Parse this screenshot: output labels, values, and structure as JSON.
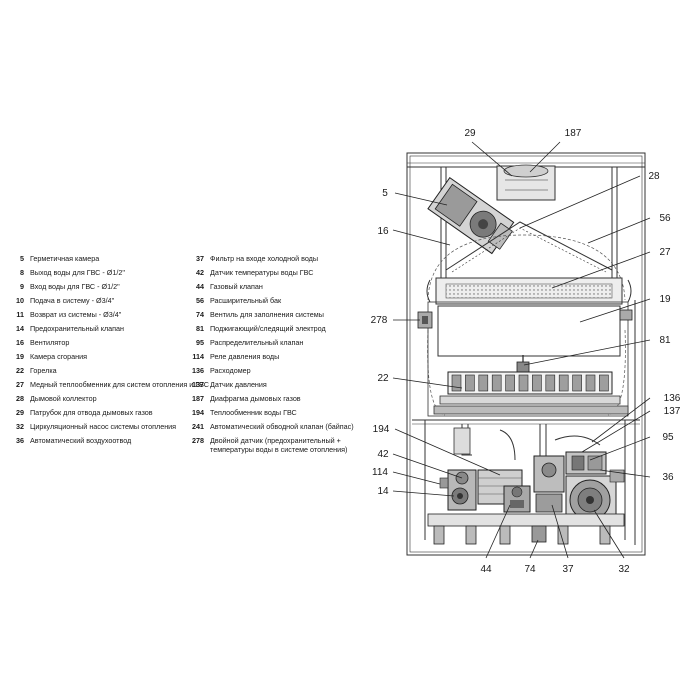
{
  "legend_left": [
    {
      "num": "5",
      "text": "Герметичная камера"
    },
    {
      "num": "8",
      "text": "Выход воды для ГВС - Ø1/2\""
    },
    {
      "num": "9",
      "text": "Вход воды для ГВС - Ø1/2\""
    },
    {
      "num": "10",
      "text": "Подача в систему - Ø3/4\""
    },
    {
      "num": "11",
      "text": "Возврат из системы - Ø3/4\""
    },
    {
      "num": "14",
      "text": "Предохранительный клапан"
    },
    {
      "num": "16",
      "text": "Вентилятор"
    },
    {
      "num": "19",
      "text": "Камера сгорания"
    },
    {
      "num": "22",
      "text": "Горелка"
    },
    {
      "num": "27",
      "text": "Медный теплообменник для систем отопления и ГВС"
    },
    {
      "num": "28",
      "text": "Дымовой коллектор"
    },
    {
      "num": "29",
      "text": "Патрубок для отвода дымовых газов"
    },
    {
      "num": "32",
      "text": "Циркуляционный насос системы отопления"
    },
    {
      "num": "36",
      "text": "Автоматический воздухоотвод"
    }
  ],
  "legend_right": [
    {
      "num": "37",
      "text": "Фильтр на входе холодной воды"
    },
    {
      "num": "42",
      "text": "Датчик температуры воды ГВС"
    },
    {
      "num": "44",
      "text": "Газовый клапан"
    },
    {
      "num": "56",
      "text": "Расширительный бак"
    },
    {
      "num": "74",
      "text": "Вентиль для заполнения системы"
    },
    {
      "num": "81",
      "text": "Поджигающий/следящий электрод"
    },
    {
      "num": "95",
      "text": "Распределительный клапан"
    },
    {
      "num": "114",
      "text": "Реле давления воды"
    },
    {
      "num": "136",
      "text": "Расходомер"
    },
    {
      "num": "137",
      "text": "Датчик давления"
    },
    {
      "num": "187",
      "text": "Диафрагма дымовых газов"
    },
    {
      "num": "194",
      "text": "Теплообменник воды ГВС"
    },
    {
      "num": "241",
      "text": "Автоматический обводной клапан (байпас)"
    },
    {
      "num": "278",
      "text": "Двойной датчик (предохранительный +",
      "text2": "температуры воды в системе отопления)"
    }
  ],
  "callouts": {
    "c29": "29",
    "c187": "187",
    "c5": "5",
    "c28": "28",
    "c16": "16",
    "c56": "56",
    "c27": "27",
    "c278": "278",
    "c19": "19",
    "c81": "81",
    "c22": "22",
    "c136": "136",
    "c137": "137",
    "c194": "194",
    "c95": "95",
    "c42": "42",
    "c36": "36",
    "c114": "114",
    "c14": "14",
    "c44": "44",
    "c74": "74",
    "c37": "37",
    "c32": "32"
  }
}
